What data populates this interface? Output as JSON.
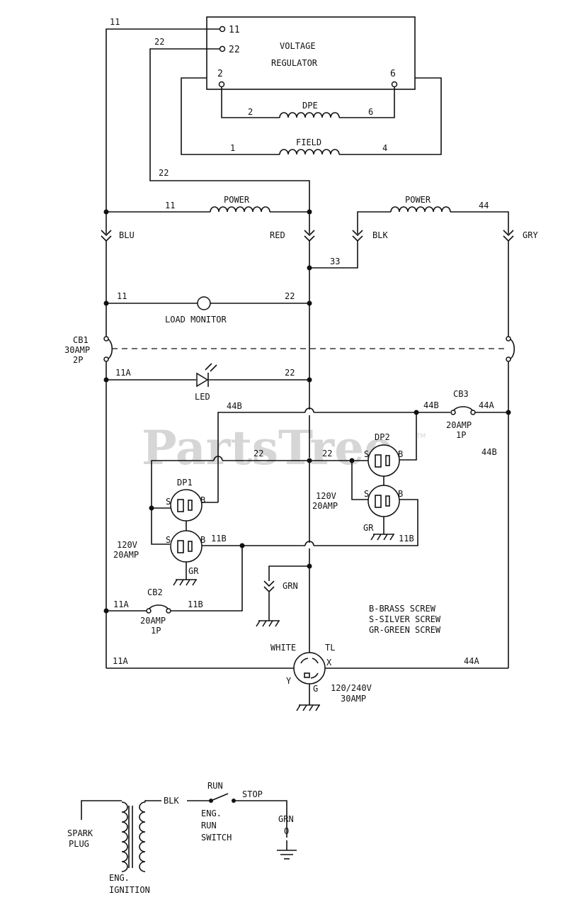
{
  "watermark": "PartsTree",
  "watermark_tm": "TM",
  "regulator": {
    "title_line1": "VOLTAGE",
    "title_line2": "REGULATOR",
    "term_11": "11",
    "term_22": "22",
    "term_2": "2",
    "term_6": "6"
  },
  "wires": {
    "w11_top": "11",
    "w22_top": "22",
    "w22_mid": "22",
    "dpe_left": "2",
    "dpe_right": "6",
    "field_left": "1",
    "field_right": "4",
    "power1_left": "11",
    "power2_right": "44",
    "w33": "33",
    "lm_left": "11",
    "lm_right": "22",
    "led_left": "11A",
    "led_right": "22",
    "w44b_top": "44B",
    "w44b_cb3": "44B",
    "w44a_cb3": "44A",
    "w44b_side": "44B",
    "w22_dp_left": "22",
    "w22_dp_right": "22",
    "w11b_dp1": "11B",
    "w11b_dp2": "11B",
    "w11a_cb2": "11A",
    "w11b_cb2": "11B",
    "w11a_bottom": "11A",
    "w44a_bottom": "44A"
  },
  "coils": {
    "dpe": "DPE",
    "field": "FIELD",
    "power1": "POWER",
    "power2": "POWER"
  },
  "connectors": {
    "blu": "BLU",
    "red": "RED",
    "blk": "BLK",
    "gry": "GRY",
    "grn": "GRN"
  },
  "load_monitor": "LOAD MONITOR",
  "led": "LED",
  "cb1": {
    "name": "CB1",
    "rating": "30AMP",
    "poles": "2P"
  },
  "cb2": {
    "name": "CB2",
    "rating": "20AMP",
    "poles": "1P"
  },
  "cb3": {
    "name": "CB3",
    "rating": "20AMP",
    "poles": "1P"
  },
  "dp1": {
    "name": "DP1",
    "s": "S",
    "b": "B",
    "s2": "S",
    "b2": "B",
    "gr": "GR",
    "volt": "120V",
    "amp": "20AMP"
  },
  "dp2": {
    "name": "DP2",
    "s": "S",
    "b": "B",
    "s2": "S",
    "b2": "B",
    "gr": "GR",
    "volt": "120V",
    "amp": "20AMP"
  },
  "legend": {
    "brass": "B-BRASS SCREW",
    "silver": "S-SILVER SCREW",
    "green": "GR-GREEN SCREW"
  },
  "twistlock": {
    "white": "WHITE",
    "tl": "TL",
    "x": "X",
    "y": "Y",
    "g": "G",
    "rating_volt": "120/240V",
    "rating_amp": "30AMP"
  },
  "ignition": {
    "spark_1": "SPARK",
    "spark_2": "PLUG",
    "blk": "BLK",
    "run": "RUN",
    "stop": "STOP",
    "switch_1": "ENG.",
    "switch_2": "RUN",
    "switch_3": "SWITCH",
    "grn": "GRN",
    "grn_o": "O",
    "eng_1": "ENG.",
    "eng_2": "IGNITION"
  }
}
